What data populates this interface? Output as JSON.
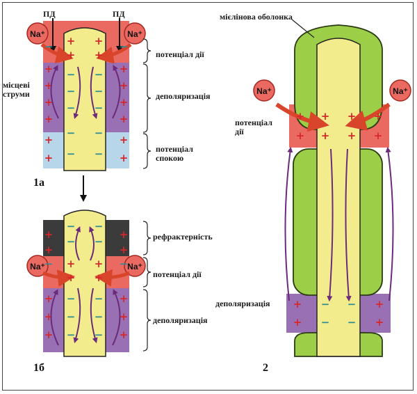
{
  "labels": {
    "pd_left": "ПД",
    "pd_right": "ПД",
    "local_currents": "місцеві струми",
    "action_potential_1a": "потенціал дії",
    "depolarization_1a": "деполяризація",
    "resting_potential": "потенціал спокою",
    "fig_1a": "1а",
    "refractory": "рефрактерність",
    "action_potential_1b": "потенціал дії",
    "depolarization_1b": "деполяризація",
    "fig_1b": "1б",
    "myelin_sheath": "мієлінова оболонка",
    "action_potential_2": "потенціал дії",
    "depolarization_2": "деполяризація",
    "fig_2": "2",
    "ion": "Na⁺"
  },
  "colors": {
    "axon": "#f2ec8c",
    "action_zone": "#ea6a62",
    "depol_zone": "#9a70b4",
    "rest_zone": "#b8d6ea",
    "refractory_zone": "#3b3b3b",
    "myelin": "#9ccf47",
    "arrow": "#d8452a",
    "plus": "#d6262a",
    "minus": "#2e8c94",
    "current": "#6b2a7a"
  }
}
